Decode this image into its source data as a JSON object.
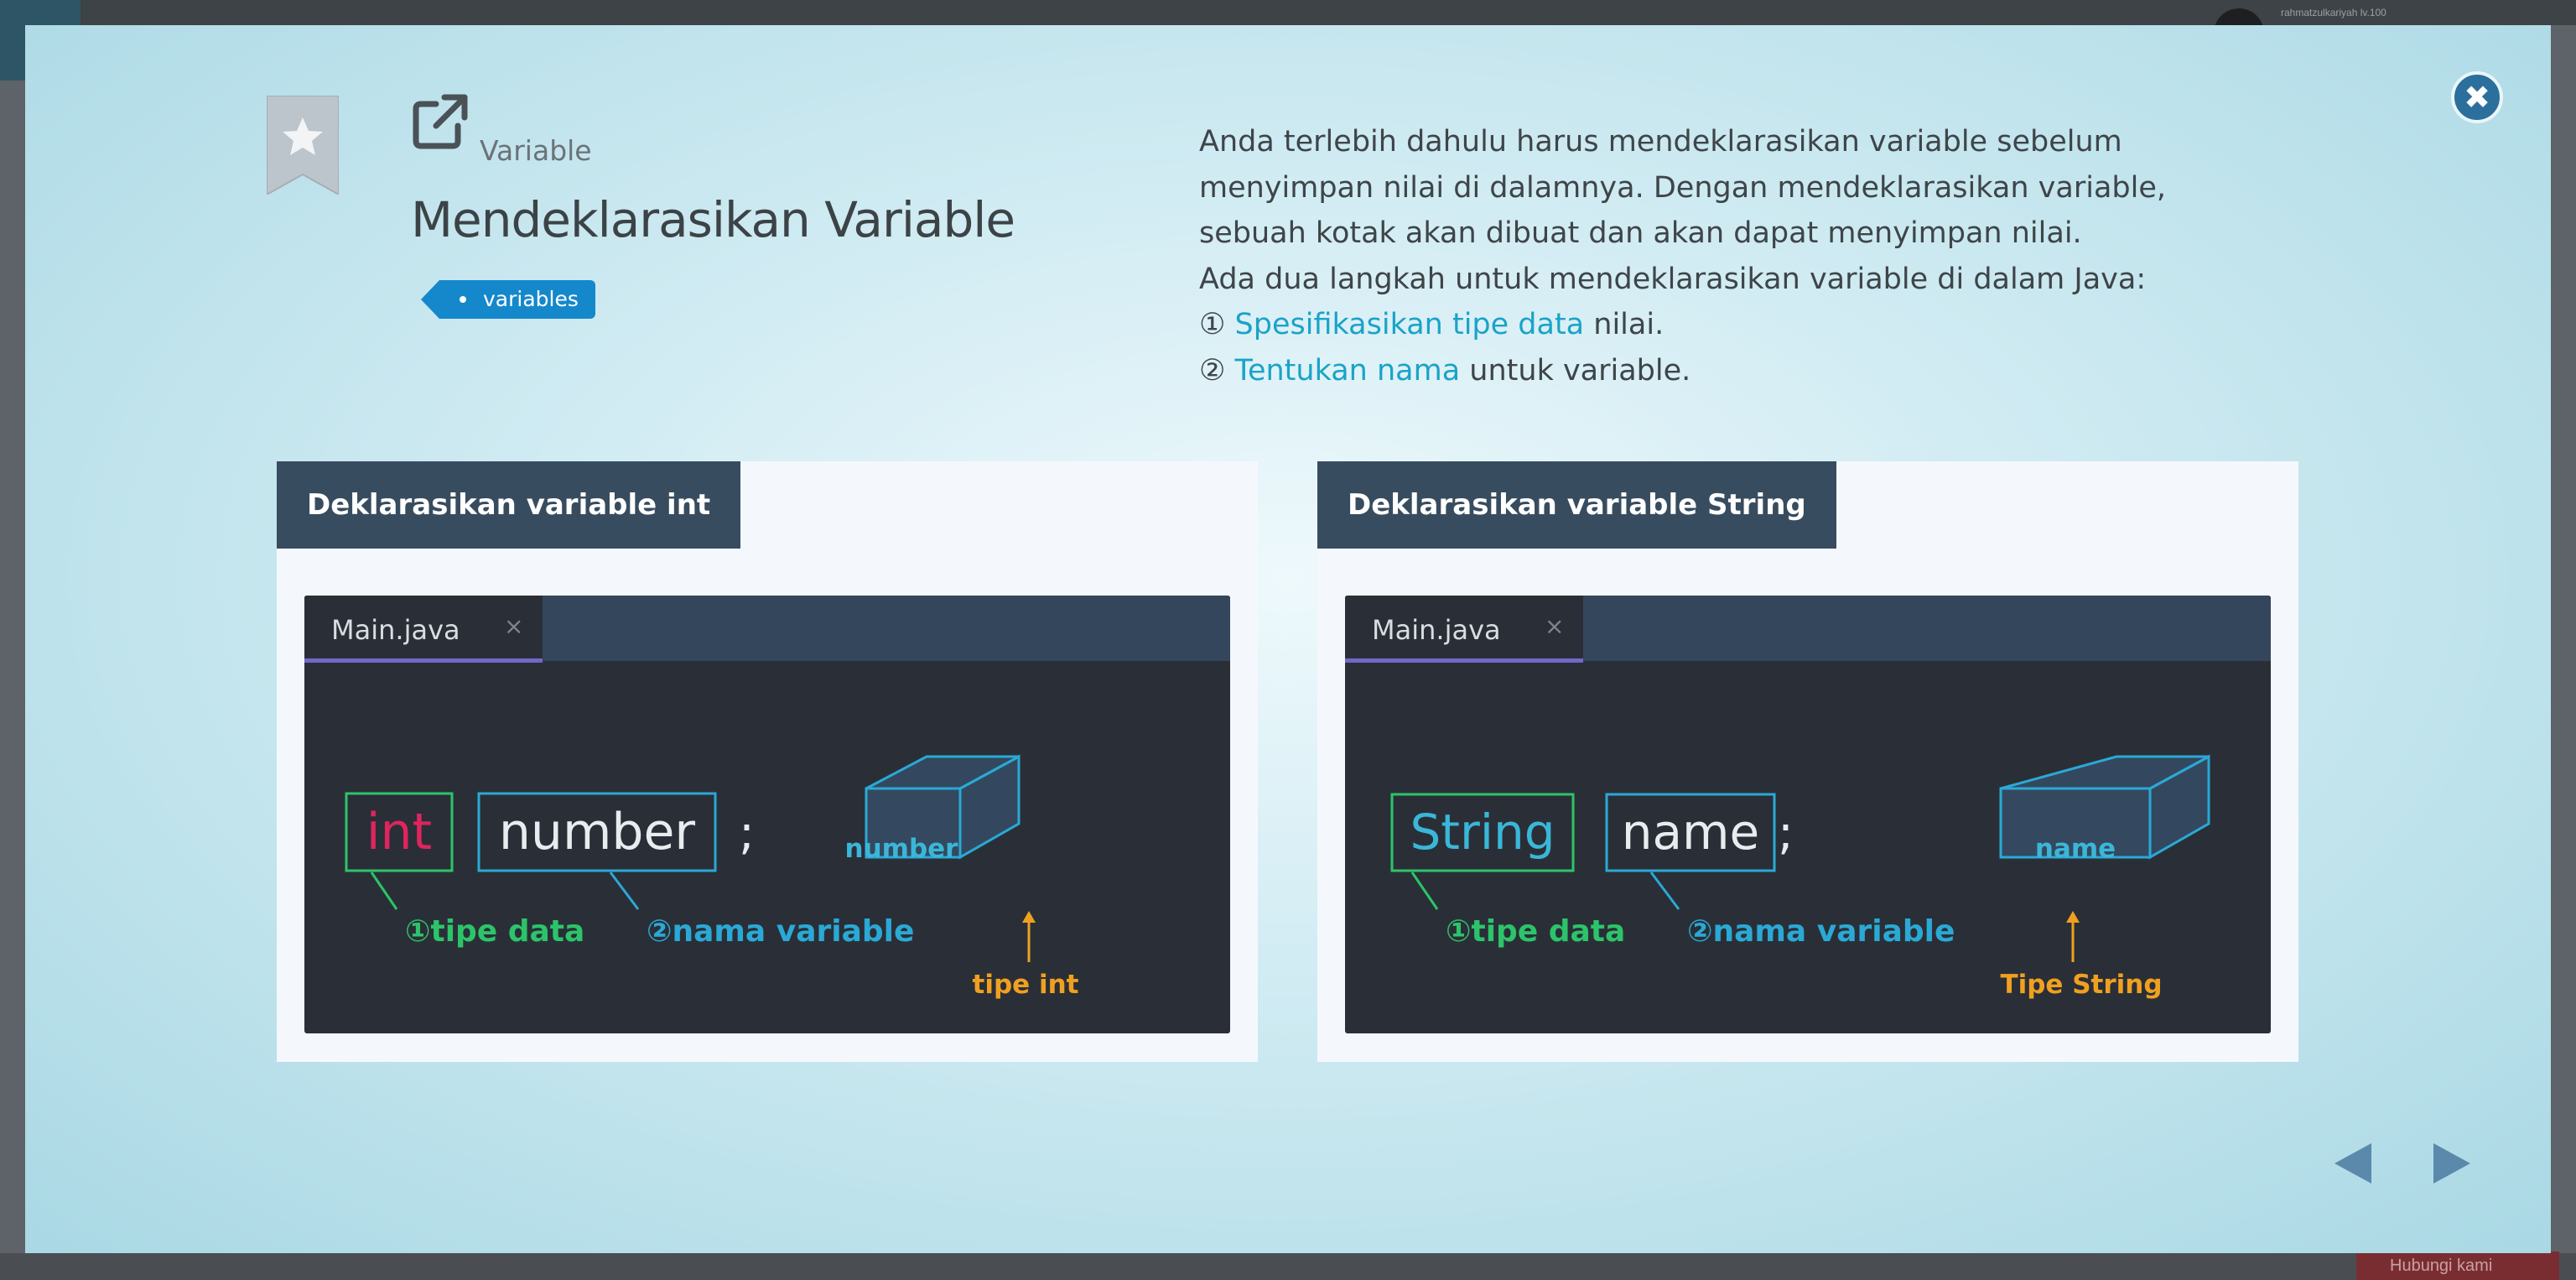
{
  "background": {
    "user_text": "rahmatzulkariyah lv.100",
    "bottom_button": "Hubungi kami"
  },
  "lesson": {
    "category": "Variable",
    "title": "Mendeklarasikan Variable",
    "tag": "variables",
    "bookmark_icon": "star-bookmark-icon",
    "external_icon": "external-link-icon"
  },
  "description": {
    "line1": "Anda terlebih dahulu harus mendeklarasikan variable sebelum",
    "line2": "menyimpan nilai di dalamnya. Dengan mendeklarasikan variable,",
    "line3": "sebuah kotak akan dibuat dan akan dapat menyimpan nilai.",
    "line4": "Ada dua langkah untuk mendeklarasikan variable di dalam Java:",
    "step1_num": "①",
    "step1_hl": "Spesifikasikan tipe data",
    "step1_rest": " nilai.",
    "step2_num": "②",
    "step2_hl": "Tentukan nama",
    "step2_rest": " untuk variable."
  },
  "panels": {
    "left": {
      "heading": "Deklarasikan variable int",
      "tab_name": "Main.java",
      "tab_close": "×",
      "type_word": "int",
      "name_word": "number",
      "semicolon": ";",
      "label_type": "①tipe data",
      "label_name": "②nama variable",
      "box_label": "number",
      "arrow_label": "tipe int"
    },
    "right": {
      "heading": "Deklarasikan variable String",
      "tab_name": "Main.java",
      "tab_close": "×",
      "type_word": "String",
      "name_word": "name",
      "semicolon": ";",
      "label_type": "①tipe data",
      "label_name": "②nama variable",
      "box_label": "name",
      "arrow_label": "Tipe String"
    }
  },
  "navigation": {
    "prev_icon": "triangle-left-icon",
    "next_icon": "triangle-right-icon",
    "close_label": "✖"
  },
  "colors": {
    "type_int": "#e0245e",
    "type_string": "#3ab7d8",
    "green": "#2cc46a",
    "cyan": "#2aa9d6",
    "orange": "#f0a020",
    "tag": "#1588cc"
  }
}
